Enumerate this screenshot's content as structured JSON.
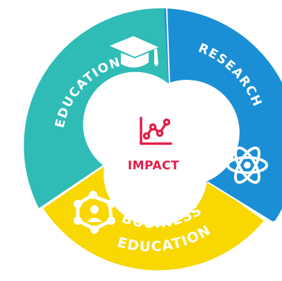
{
  "diagram": {
    "center": {
      "label": "IMPACT",
      "icon": "line-chart-icon"
    },
    "segments": [
      {
        "id": "education",
        "label": "EDUCATION",
        "icon": "graduation-cap-icon"
      },
      {
        "id": "research",
        "label": "RESEARCH",
        "icon": "atom-icon"
      },
      {
        "id": "business-education",
        "label_line1": "BUSINESS",
        "label_line2": "EDUCATION",
        "icon": "people-network-icon"
      }
    ]
  },
  "colors": {
    "education": "#2fbcb6",
    "research": "#1a8fd6",
    "business_education": "#f8d800",
    "accent": "#e31c45",
    "center_bg": "#ffffff"
  }
}
